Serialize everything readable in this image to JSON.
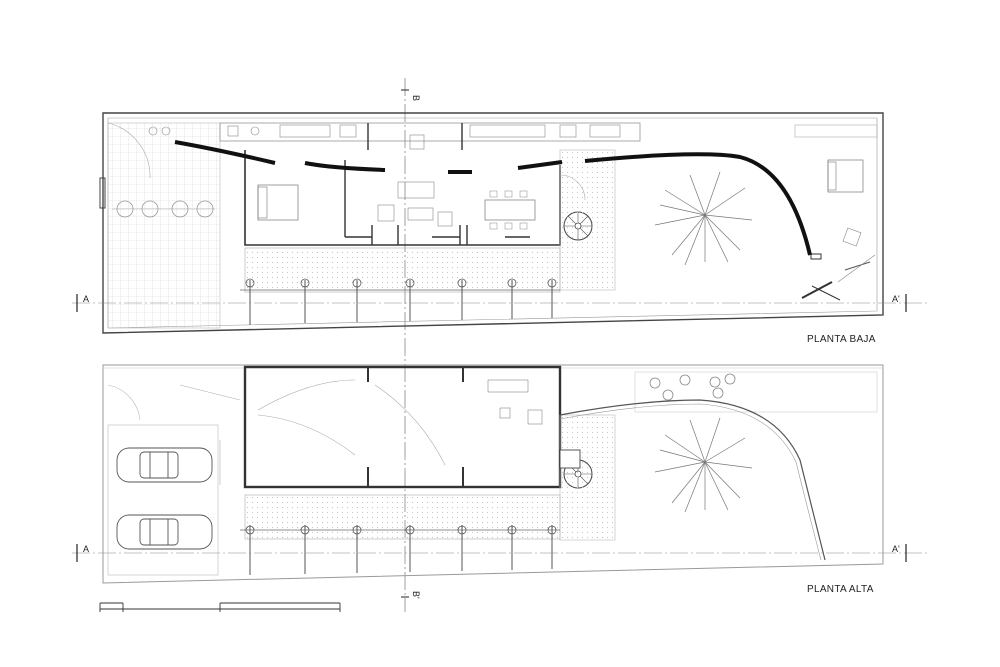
{
  "plans": [
    {
      "title": "PLANTA BAJA"
    },
    {
      "title": "PLANTA ALTA"
    }
  ],
  "section_marks": {
    "a_left": "A",
    "a_right": "A'",
    "b_top": "B",
    "b_bottom": "B'"
  },
  "colors": {
    "line": "#555555",
    "light": "#aaaaaa",
    "wall": "#111111",
    "hatch": "#cccccc"
  }
}
